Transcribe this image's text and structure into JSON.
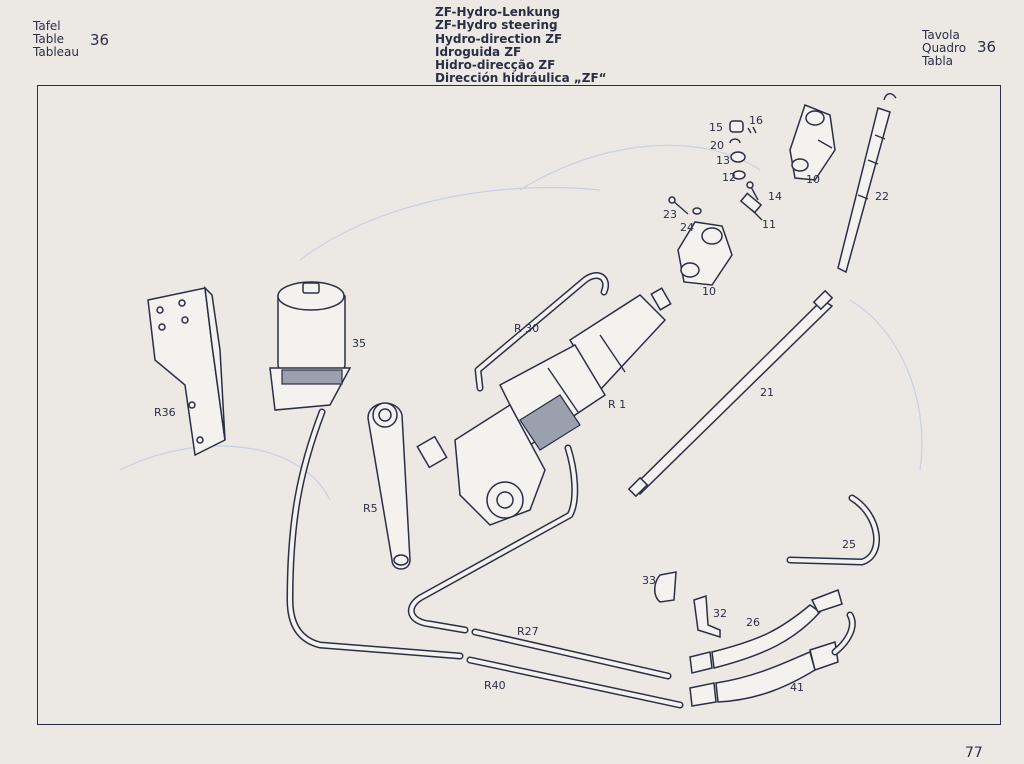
{
  "header": {
    "left_lines": [
      "Tafel",
      "Table",
      "Tableau"
    ],
    "left_number": "36",
    "title_lines": [
      "ZF-Hydro-Lenkung",
      "ZF-Hydro steering",
      "Hydro-direction ZF",
      "Idroguida ZF",
      "Hidro-direcção ZF",
      "Dirección hidráulica „ZF“"
    ],
    "right_lines": [
      "Tavola",
      "Quadro",
      "Tabla"
    ],
    "right_number": "36"
  },
  "page_number": "77",
  "labels": {
    "l15": "15",
    "l16": "16",
    "l20": "20",
    "l13": "13",
    "l12": "12",
    "l14": "14",
    "l10a": "10",
    "l22": "22",
    "l23": "23",
    "l24": "24",
    "l11": "11",
    "l10b": "10",
    "lR30": "R 30",
    "l35": "35",
    "lR36": "R36",
    "lR1": "R 1",
    "l21": "21",
    "lR5": "R5",
    "l25": "25",
    "l33": "33",
    "l32": "32",
    "l26": "26",
    "lR27": "R27",
    "lR40": "R40",
    "l41": "41"
  }
}
